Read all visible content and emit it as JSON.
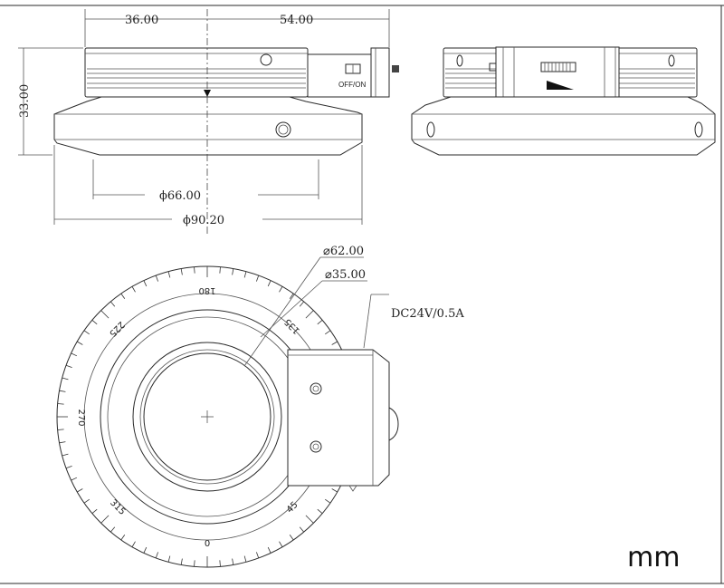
{
  "dimensions": {
    "width_left": "36.00",
    "width_right": "54.00",
    "height": "33.00",
    "diameter_inner": "ϕ66.00",
    "diameter_outer": "ϕ90.20",
    "hole_62": "⌀62.00",
    "hole_35": "⌀35.00"
  },
  "switch_label": "OFF/ON",
  "power_label": "DC24V/0.5A",
  "scale_labels": [
    "0",
    "45",
    "135",
    "180",
    "225",
    "270",
    "315"
  ],
  "unit_label": "mm"
}
